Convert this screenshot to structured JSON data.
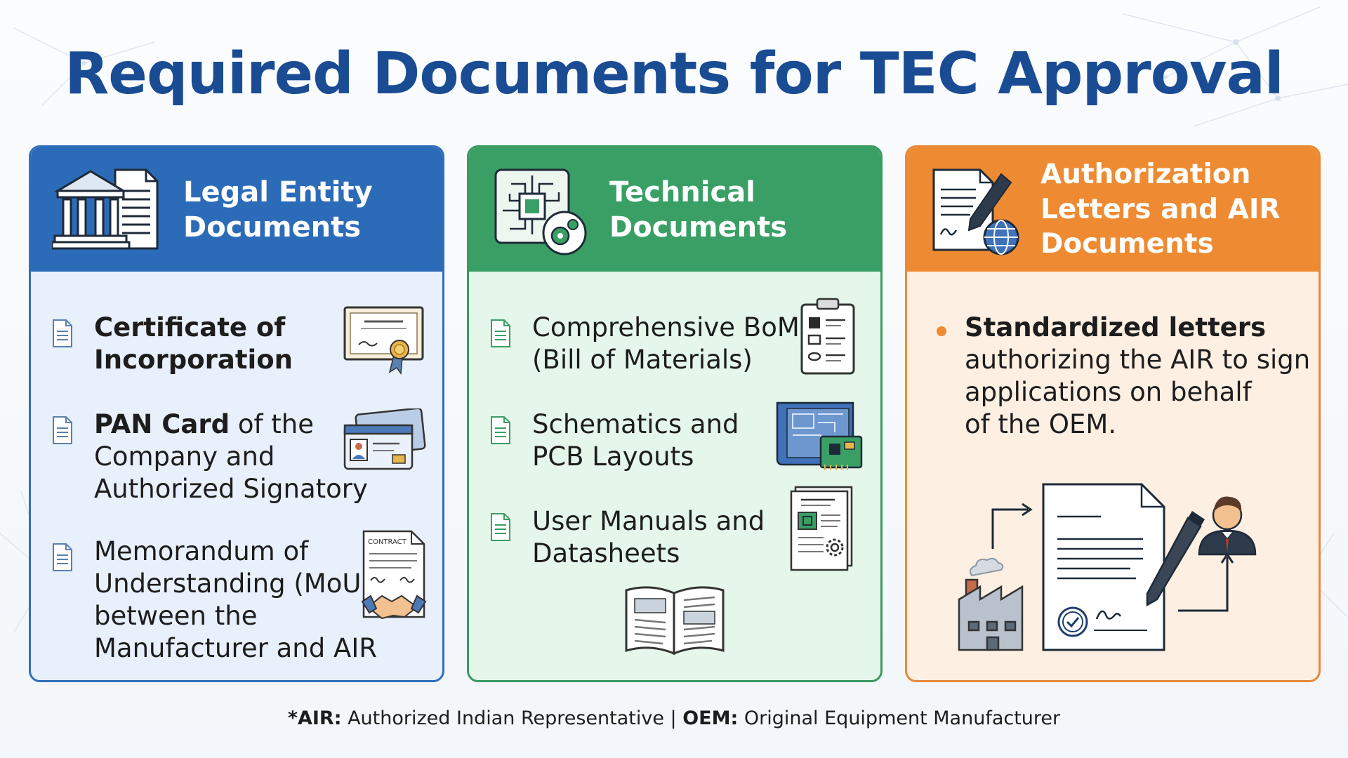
{
  "title": "Required Documents for TEC Approval",
  "colors": {
    "title": "#1a4c94",
    "legal_header": "#2c6bb8",
    "legal_body": "#e8f0fb",
    "technical_header": "#3a9f65",
    "technical_body": "#e5f6ea",
    "authorization_header": "#ee8a31",
    "authorization_body": "#fdefe2"
  },
  "cards": {
    "legal": {
      "title_line1": "Legal Entity",
      "title_line2": "Documents",
      "header_icon": "government-building-icon",
      "items": [
        {
          "bold": "Certificate of",
          "bold2": "Incorporation",
          "icon": "certificate-icon"
        },
        {
          "bold": "PAN Card",
          "rest": " of the",
          "line2": "Company and",
          "line3": "Authorized Signatory",
          "icon": "id-card-icon"
        },
        {
          "line1": "Memorandum of",
          "line2": "Understanding (MoU)",
          "line3": "between the",
          "line4": "Manufacturer and AIR",
          "icon": "contract-handshake-icon",
          "contract_label": "CONTRACT"
        }
      ]
    },
    "technical": {
      "title_line1": "Technical",
      "title_line2": "Documents",
      "header_icon": "circuit-chip-gear-icon",
      "items": [
        {
          "line1": "Comprehensive BoM",
          "line2": "(Bill of Materials)",
          "icon": "clipboard-components-icon"
        },
        {
          "line1": "Schematics and",
          "line2": "PCB Layouts",
          "icon": "blueprint-pcb-icon"
        },
        {
          "line1": "User Manuals and",
          "line2": "Datasheets",
          "icon": "datasheet-icon"
        }
      ],
      "extra_icon": "open-book-icon"
    },
    "authorization": {
      "title_line1": "Authorization",
      "title_line2": "Letters and AIR",
      "title_line3": "Documents",
      "header_icon": "letter-pen-globe-icon",
      "bullet": {
        "bold": "Standardized letters",
        "line2": "authorizing the AIR to sign",
        "line3": "applications on behalf",
        "line4": "of the OEM."
      },
      "illustration": "factory-letter-representative-icon"
    }
  },
  "footnote": {
    "air_key": "*AIR:",
    "air_value": " Authorized Indian Representative | ",
    "oem_key": "OEM:",
    "oem_value": " Original Equipment Manufacturer"
  }
}
